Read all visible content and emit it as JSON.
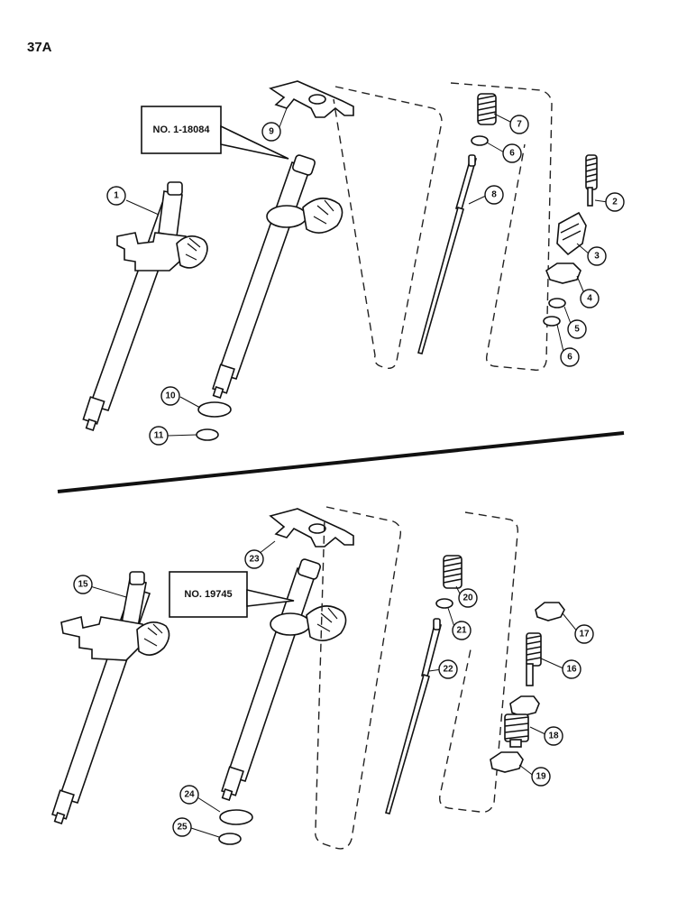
{
  "page_number": "37A",
  "top_section": {
    "model_label": "NO. 1-18084",
    "callouts": [
      "1",
      "2",
      "3",
      "4",
      "5",
      "6",
      "6",
      "7",
      "8",
      "9",
      "10",
      "11"
    ]
  },
  "bottom_section": {
    "model_label": "NO. 19745",
    "callouts": [
      "15",
      "16",
      "17",
      "18",
      "19",
      "20",
      "21",
      "22",
      "23",
      "24",
      "25"
    ]
  }
}
